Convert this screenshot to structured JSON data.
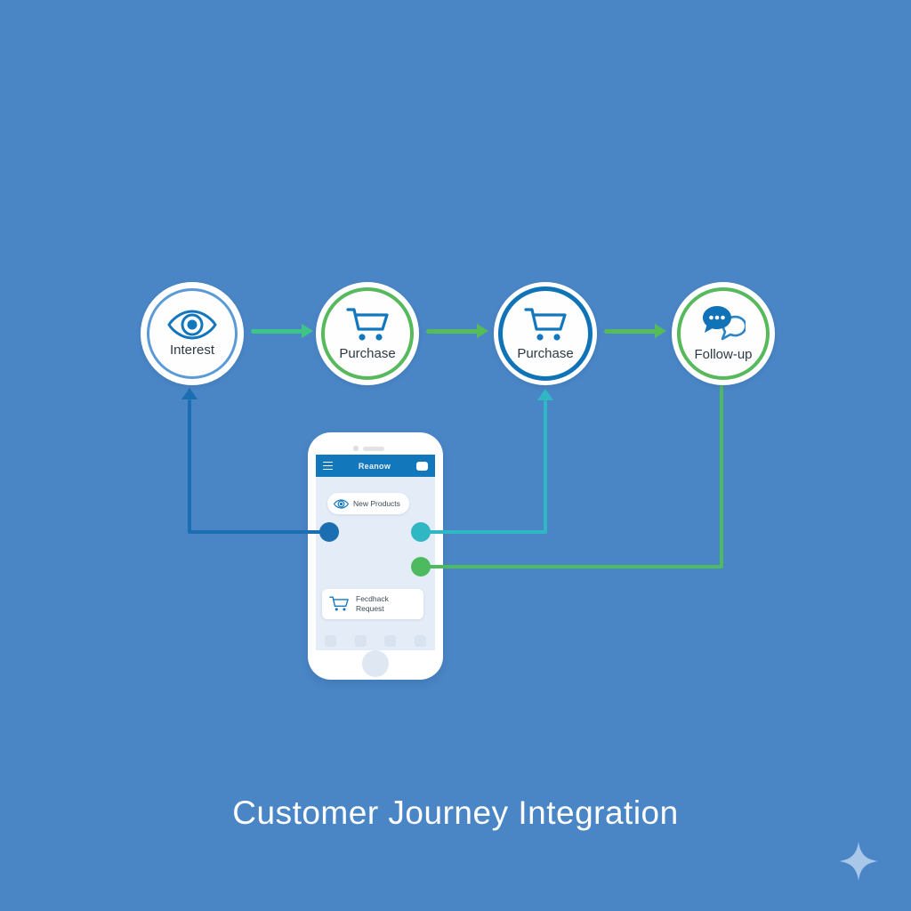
{
  "title": "Customer Journey Integration",
  "journey": {
    "stages": [
      {
        "label": "Interest",
        "icon": "eye-icon",
        "ring_color": "#5a9ad6"
      },
      {
        "label": "Purchase",
        "icon": "cart-icon",
        "ring_color": "#56b95c"
      },
      {
        "label": "Purchase",
        "icon": "cart-icon",
        "ring_color": "#1173b7"
      },
      {
        "label": "Follow-up",
        "icon": "chat-icon",
        "ring_color": "#56b95c"
      }
    ]
  },
  "phone": {
    "header": {
      "title": "Reanow",
      "menu_icon": "hamburger-icon",
      "action_icon": "message-icon"
    },
    "cards": [
      {
        "icon": "eye-icon",
        "text": "New Products"
      },
      {
        "icon": "cart-icon",
        "line1": "Fecdhack",
        "line2": "Request"
      }
    ]
  },
  "colors": {
    "background": "#4a86c6",
    "node_ring_blue_light": "#5a9ad6",
    "node_ring_blue": "#1173b7",
    "node_ring_green": "#56b95c",
    "icon_blue": "#1377bd",
    "stage_arrow_teal_green": "#3ec487",
    "stage_arrow_green": "#55bc58",
    "connector_blue": "#1b6fb0",
    "connector_teal": "#2fb7c4",
    "connector_green": "#4eba60",
    "phone_header": "#1377bb",
    "phone_screen": "#e4ecf7",
    "sparkle": "#a9c7e9",
    "title_text": "#ffffff"
  }
}
